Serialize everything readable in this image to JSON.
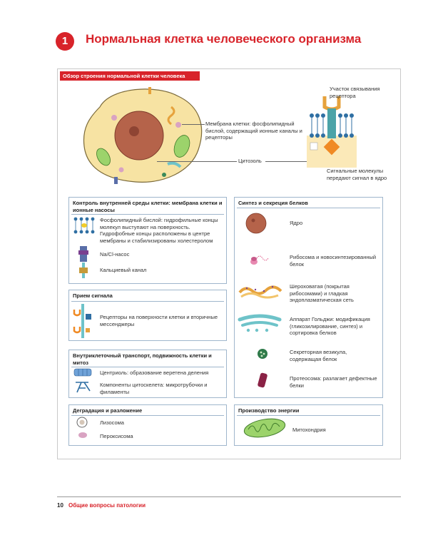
{
  "chapter": {
    "number": "1",
    "title": "Нормальная клетка человеческого организма"
  },
  "overview": {
    "tag": "Обзор строения нормальной клетки человека",
    "membrane_label": "Мембрана клетки: фосфолипидный бислой, содержащий ионные каналы и рецепторы",
    "cytosol_label": "Цитозоль",
    "receptor_site_label": "Участок связывания рецептора",
    "signal_label": "Сигнальные молекулы передают сигнал в ядро"
  },
  "membrane_box": {
    "title": "Контроль внутренней среды клетки: мембрана клетки и ионные насосы",
    "bilayer_text": "Фосфолипидный бислой: гидрофильные концы молекул выступают на поверхность. Гидрофобные концы расположены в центре мембраны и стабилизированы холестеролом",
    "pump_text": "Na/Cl-насос",
    "calcium_text": "Кальциевый канал"
  },
  "signal_box": {
    "title": "Прием сигнала",
    "receptor_text": "Рецепторы на поверхности клетки и вторичные мессенджеры"
  },
  "transport_box": {
    "title": "Внутриклеточный транспорт, подвижность клетки и митоз",
    "centriole_text": "Центриоль: образование веретена деления",
    "cytoskeleton_text": "Компоненты цитоскелета: микротрубочки и филаменты"
  },
  "degradation_box": {
    "title": "Деградация и разложение",
    "lysosome_text": "Лизосома",
    "peroxisome_text": "Пероксисома"
  },
  "protein_box": {
    "title": "Синтез и секреция белков",
    "nucleus_text": "Ядро",
    "ribosome_text": "Рибосома и новосинтезированный белок",
    "er_text": "Шероховатая (покрытая рибосомами) и гладкая эндоплазматическая сеть",
    "golgi_text": "Аппарат Гольджи: модификация (гликозилирование, синтез) и сортировка белков",
    "vesicle_text": "Секреторная везикула, содержащая белок",
    "proteasome_text": "Протеосома: разлагает дефектные белки"
  },
  "energy_box": {
    "title": "Производство энергии",
    "mito_text": "Митохондрия"
  },
  "footer": {
    "page": "10",
    "text": "Общие вопросы патологии"
  },
  "colors": {
    "accent": "#d8232a",
    "box_border": "#9fb6cc",
    "cytoplasm": "#f7e3a3",
    "nucleus": "#b5634a"
  }
}
